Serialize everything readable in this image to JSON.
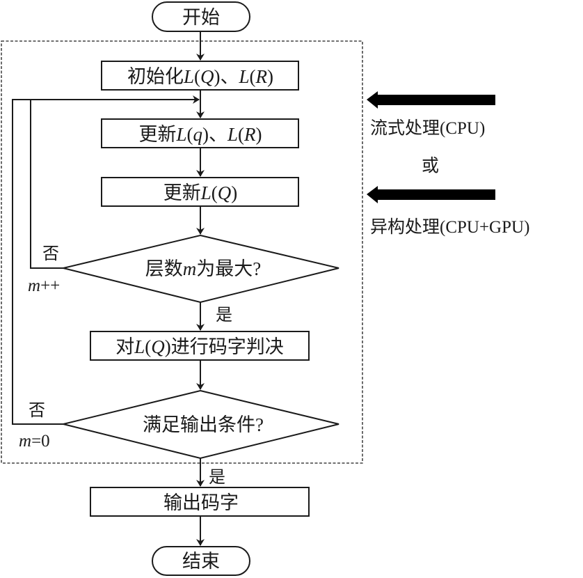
{
  "diagram": {
    "type": "flowchart",
    "colors": {
      "stroke": "#1a1a1a",
      "background": "#ffffff",
      "arrow_fill": "#000000"
    },
    "nodes": {
      "start": {
        "shape": "terminal",
        "text": "开始"
      },
      "init": {
        "shape": "process",
        "parts": [
          [
            "初始化",
            "rm"
          ],
          [
            "L",
            "it"
          ],
          [
            "(",
            "rm"
          ],
          [
            "Q",
            "it"
          ],
          [
            ")、",
            "rm"
          ],
          [
            "L",
            "it"
          ],
          [
            "(",
            "rm"
          ],
          [
            "R",
            "it"
          ],
          [
            ")",
            "rm"
          ]
        ]
      },
      "update_qr": {
        "shape": "process",
        "parts": [
          [
            "更新",
            "rm"
          ],
          [
            "L",
            "it"
          ],
          [
            "(",
            "rm"
          ],
          [
            "q",
            "it"
          ],
          [
            ")、",
            "rm"
          ],
          [
            "L",
            "it"
          ],
          [
            "(",
            "rm"
          ],
          [
            "R",
            "it"
          ],
          [
            ")",
            "rm"
          ]
        ]
      },
      "update_Q": {
        "shape": "process",
        "parts": [
          [
            "更新",
            "rm"
          ],
          [
            "L",
            "it"
          ],
          [
            "(",
            "rm"
          ],
          [
            "Q",
            "it"
          ],
          [
            ")",
            "rm"
          ]
        ]
      },
      "decision_layers": {
        "shape": "decision",
        "parts": [
          [
            "层数",
            "rm"
          ],
          [
            "m",
            "it"
          ],
          [
            "为最大?",
            "rm"
          ]
        ]
      },
      "codeword_decision": {
        "shape": "process",
        "parts": [
          [
            "对",
            "rm"
          ],
          [
            "L",
            "it"
          ],
          [
            "(",
            "rm"
          ],
          [
            "Q",
            "it"
          ],
          [
            ")进行码字判决",
            "rm"
          ]
        ]
      },
      "decision_output": {
        "shape": "decision",
        "parts": [
          [
            "满足输出条件?",
            "rm"
          ]
        ]
      },
      "output": {
        "shape": "process",
        "text": "输出码字"
      },
      "end": {
        "shape": "terminal",
        "text": "结束"
      }
    },
    "edge_labels": {
      "layers_no": "否",
      "layers_no_action_var": "m",
      "layers_no_action_op": "++",
      "layers_yes": "是",
      "output_no": "否",
      "output_no_action_var": "m",
      "output_no_action_op": "=0",
      "output_yes": "是"
    },
    "side_annotations": {
      "streaming": "流式处理(CPU)",
      "or": "或",
      "heterogeneous": "异构处理(CPU+GPU)"
    },
    "group": {
      "style": "dashed",
      "contains": [
        "init",
        "update_qr",
        "update_Q",
        "decision_layers",
        "codeword_decision",
        "decision_output"
      ]
    }
  }
}
